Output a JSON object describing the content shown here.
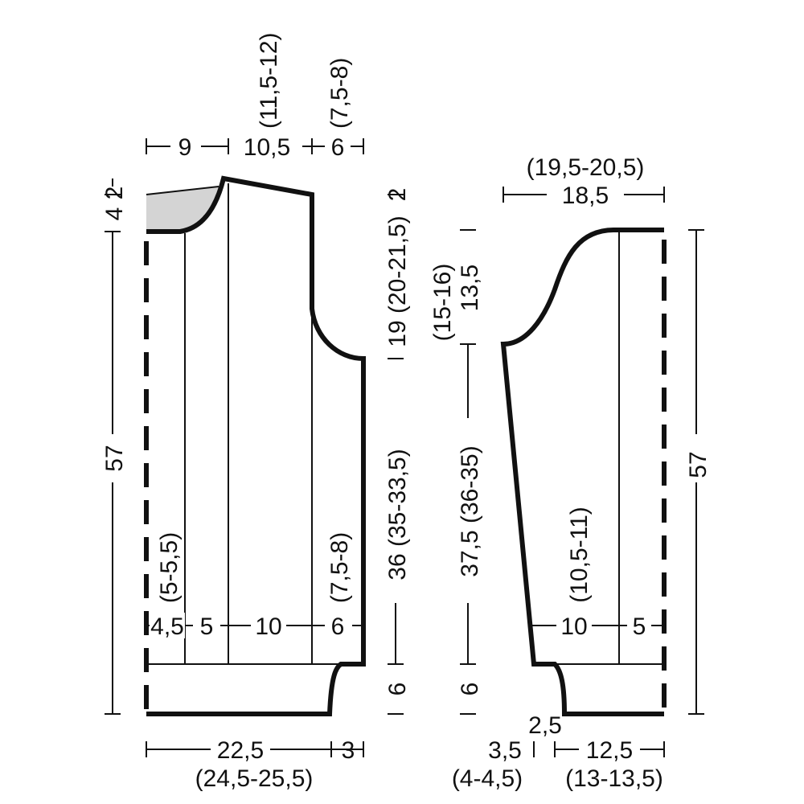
{
  "colors": {
    "ink": "#111111",
    "shading": "#d4d4d4",
    "background": "#ffffff"
  },
  "front": {
    "top_sizes": "(11,5-12)",
    "top_sizes_right": "(7,5-8)",
    "top_shoulder_left": "9",
    "top_neck": "10,5",
    "top_shoulder_right": "6",
    "left_small_2": "2",
    "left_small_4": "4",
    "left_total": "57",
    "right_small_2": "2",
    "right_armhole": "19 (20-21,5)",
    "right_body": "36 (35-33,5)",
    "right_rib": "6",
    "inner_left_sizes": "(5-5,5)",
    "inner_right_sizes": "(7,5-8)",
    "inner_4_5": "4,5",
    "inner_5": "5",
    "inner_10": "10",
    "inner_6": "6",
    "bottom_width": "22,5",
    "bottom_width_sizes": "(24,5-25,5)",
    "bottom_3": "3"
  },
  "sleeve": {
    "top_sizes": "(19,5-20,5)",
    "top_width": "18,5",
    "left_cap_sizes": "(15-16)",
    "left_cap": "13,5",
    "left_body": "37,5 (36-35)",
    "left_rib": "6",
    "right_total": "57",
    "inner_sizes": "(10,5-11)",
    "inner_10": "10",
    "inner_5": "5",
    "bottom_2_5": "2,5",
    "bottom_3_5": "3,5",
    "bottom_3_5_sizes": "(4-4,5)",
    "bottom_12_5": "12,5",
    "bottom_12_5_sizes": "(13-13,5)"
  }
}
